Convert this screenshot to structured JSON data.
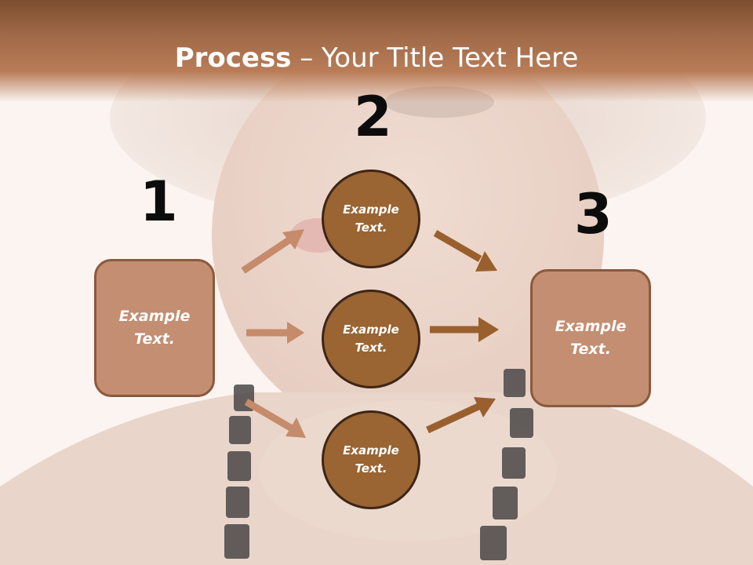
{
  "title": {
    "bold": "Process",
    "rest": " – Your Title Text Here"
  },
  "steps": [
    {
      "number": "1",
      "box_text": "Example\nText."
    },
    {
      "number": "2",
      "circles": [
        "Example\nText.",
        "Example\nText.",
        "Example\nText."
      ]
    },
    {
      "number": "3",
      "box_text": "Example\nText."
    }
  ],
  "colors": {
    "title_bar": "#a06a48",
    "box_fill": "#c38e71",
    "circle_fill": "#9a6433",
    "arrow_light": "#c58b6a",
    "arrow_dark": "#99602e"
  }
}
